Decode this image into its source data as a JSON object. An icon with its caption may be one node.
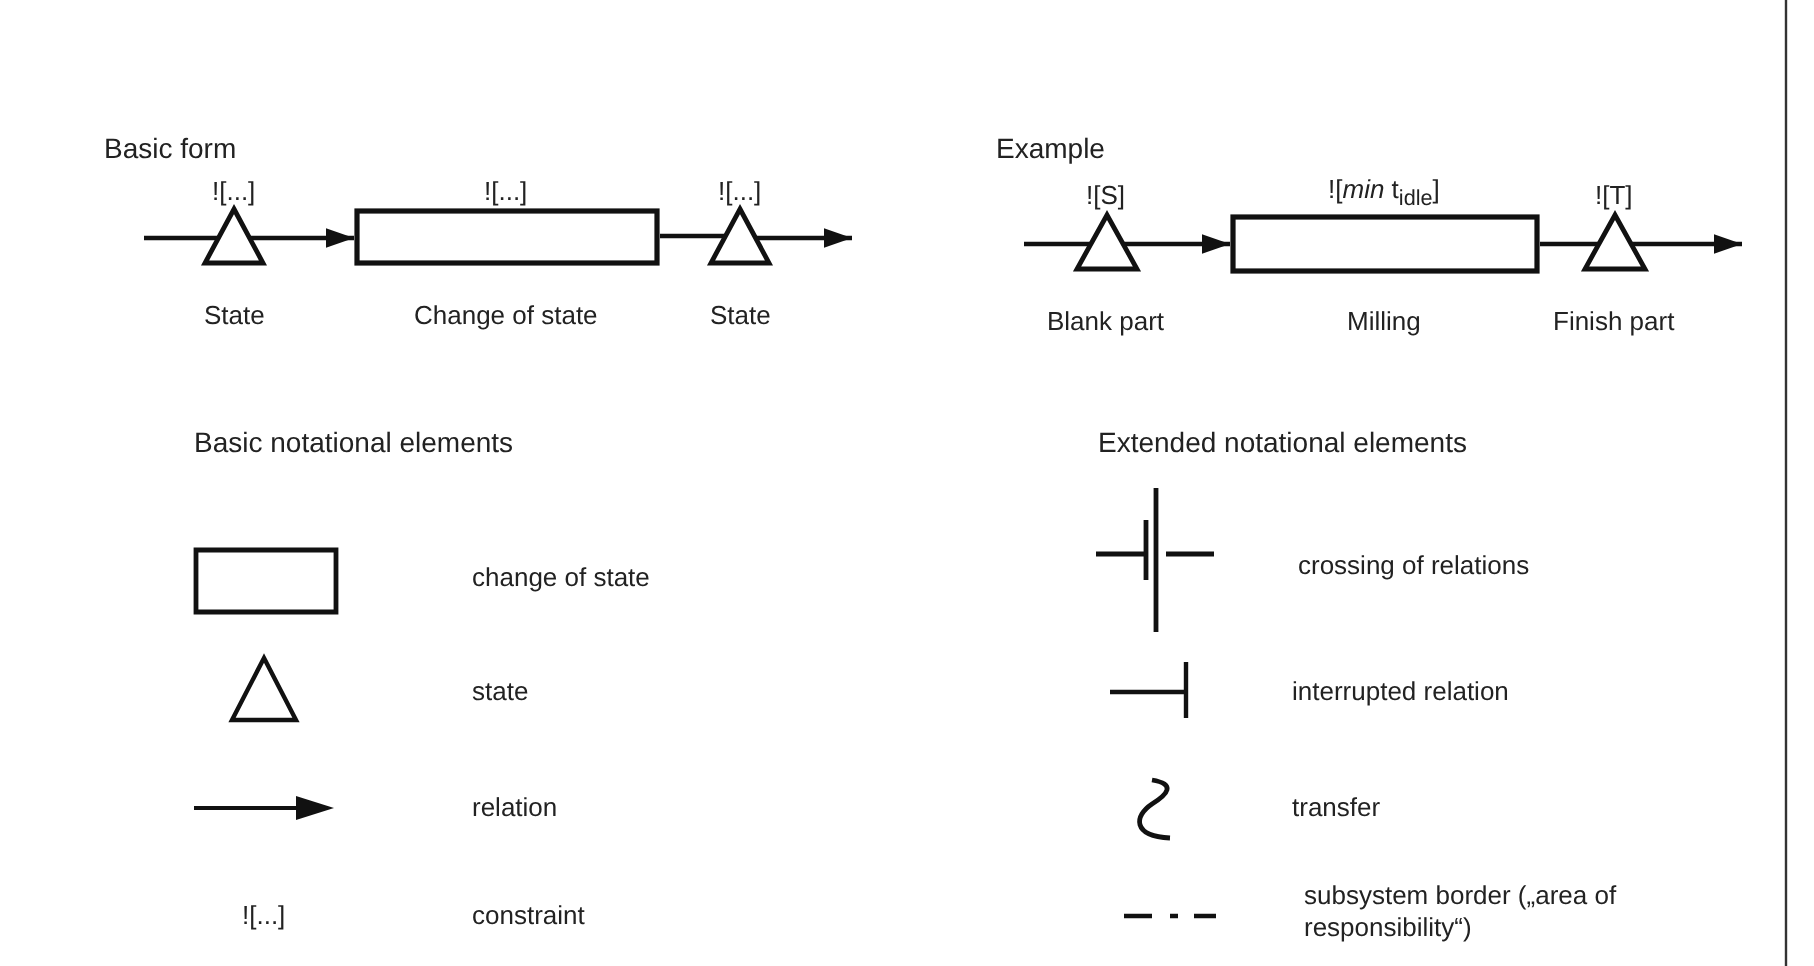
{
  "diagram": {
    "nodes": [
      {
        "text": [],
        "shape": "triangle",
        "beside": [
          "![...]",
          "State"
        ]
      },
      {
        "text": [],
        "shape": "box",
        "beside": [
          "![...]",
          "Change of state"
        ]
      },
      {
        "text": [],
        "shape": "triangle",
        "beside": [
          "![...]",
          "State"
        ]
      },
      {
        "text": [],
        "shape": "triangle",
        "beside": [
          "![S]",
          "Blank part"
        ]
      },
      {
        "text": [],
        "shape": "box",
        "beside": [
          "![*min* t$_{idle}$]",
          "Milling"
        ]
      },
      {
        "text": [],
        "shape": "triangle",
        "beside": [
          "![T]",
          "Finish part"
        ]
      }
    ],
    "edges": [
      {
        "from": null,
        "to": 0,
        "arrow": "none"
      },
      {
        "from": 0,
        "to": 1,
        "arrow": "to"
      },
      {
        "from": 1,
        "to": 2,
        "arrow": "none"
      },
      {
        "from": 2,
        "to": null,
        "arrow": "to"
      },
      {
        "from": null,
        "to": 3,
        "arrow": "none"
      },
      {
        "from": 3,
        "to": 4,
        "arrow": "to"
      },
      {
        "from": 4,
        "to": 5,
        "arrow": "none"
      },
      {
        "from": 5,
        "to": null,
        "arrow": "to"
      }
    ],
    "labels": [
      "Basic form",
      "Example",
      "Basic notational elements",
      "Extended notational elements",
      "![...]"
    ],
    "legend": [
      {
        "text": "change of state"
      },
      {
        "text": "state"
      },
      {
        "text": "relation"
      },
      {
        "text": "constraint"
      },
      {
        "text": "crossing of relations"
      },
      {
        "text": "interrupted relation"
      },
      {
        "text": "transfer"
      },
      {
        "text": "subsystem border („area of responsibility“)"
      }
    ]
  }
}
